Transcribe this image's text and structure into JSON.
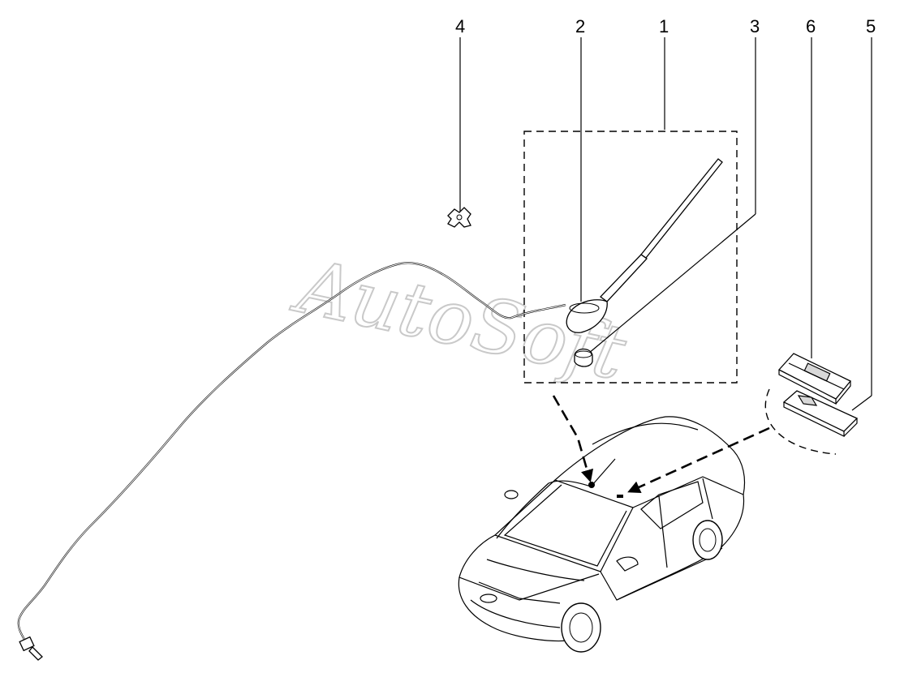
{
  "diagram": {
    "callouts": [
      "4",
      "2",
      "1",
      "3",
      "6",
      "5"
    ],
    "watermark": "AutoSoft"
  }
}
